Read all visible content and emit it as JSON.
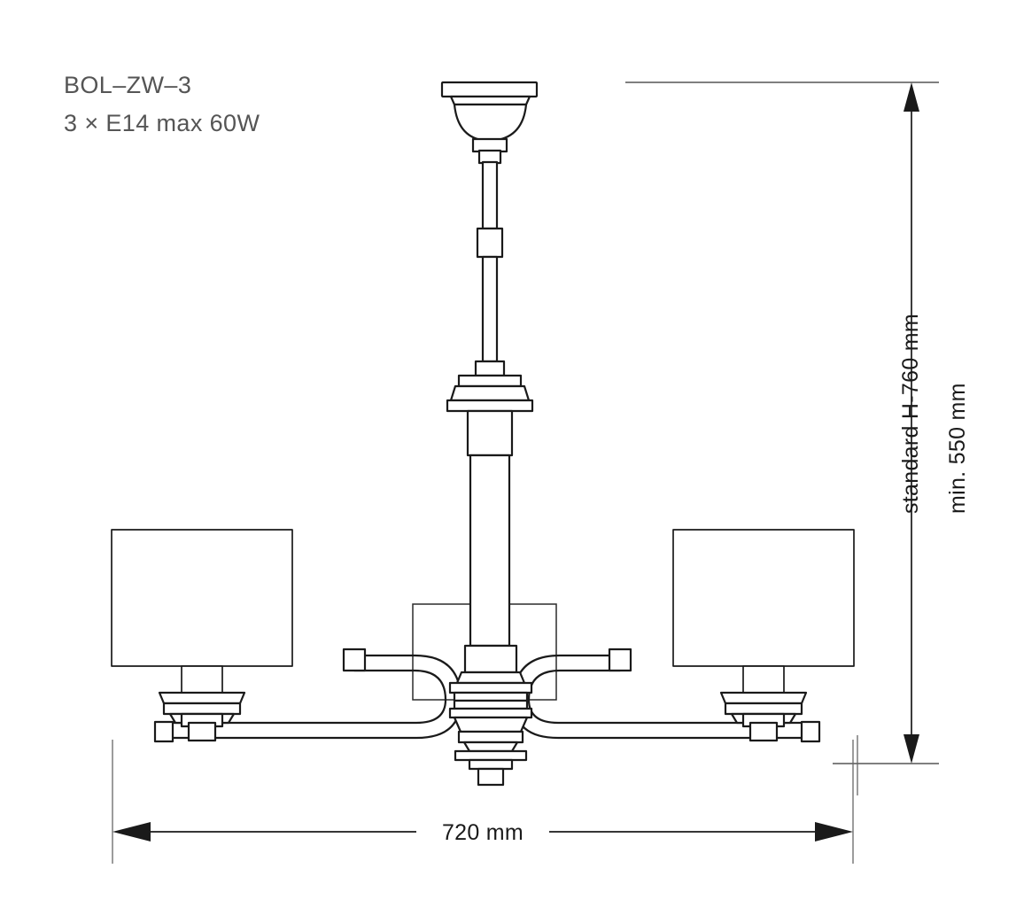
{
  "document": {
    "type": "technical-dimension-drawing",
    "subject": "ceiling chandelier / pendant light fixture",
    "background_color": "#ffffff",
    "line_color": "#1a1a1a",
    "label_color": "#555555"
  },
  "title_block": {
    "model_code": "BOL–ZW–3",
    "lamp_spec": "3 × E14 max 60W"
  },
  "dimensions": {
    "width": {
      "label": "720 mm",
      "value": 720,
      "unit": "mm",
      "orientation": "horizontal",
      "position": "bottom"
    },
    "height_standard": {
      "label": "standard H-760 mm",
      "value": 760,
      "unit": "mm",
      "orientation": "vertical-rotated",
      "position": "right"
    },
    "height_min": {
      "label": "min. 550 mm",
      "value": 550,
      "unit": "mm",
      "orientation": "vertical-rotated",
      "position": "right"
    }
  },
  "fixture_parts": {
    "canopy": "ceiling-canopy-dome",
    "suspension_rod": "suspension-rod",
    "rod_coupler": "rod-coupler-sleeve",
    "flange": "rod-flange-disc",
    "column": "center-column-tube",
    "hub": "arm-hub-stack",
    "finial": "bottom-finial",
    "arms": 3,
    "shades": 3,
    "shade_shape": "rectangular-drum"
  }
}
